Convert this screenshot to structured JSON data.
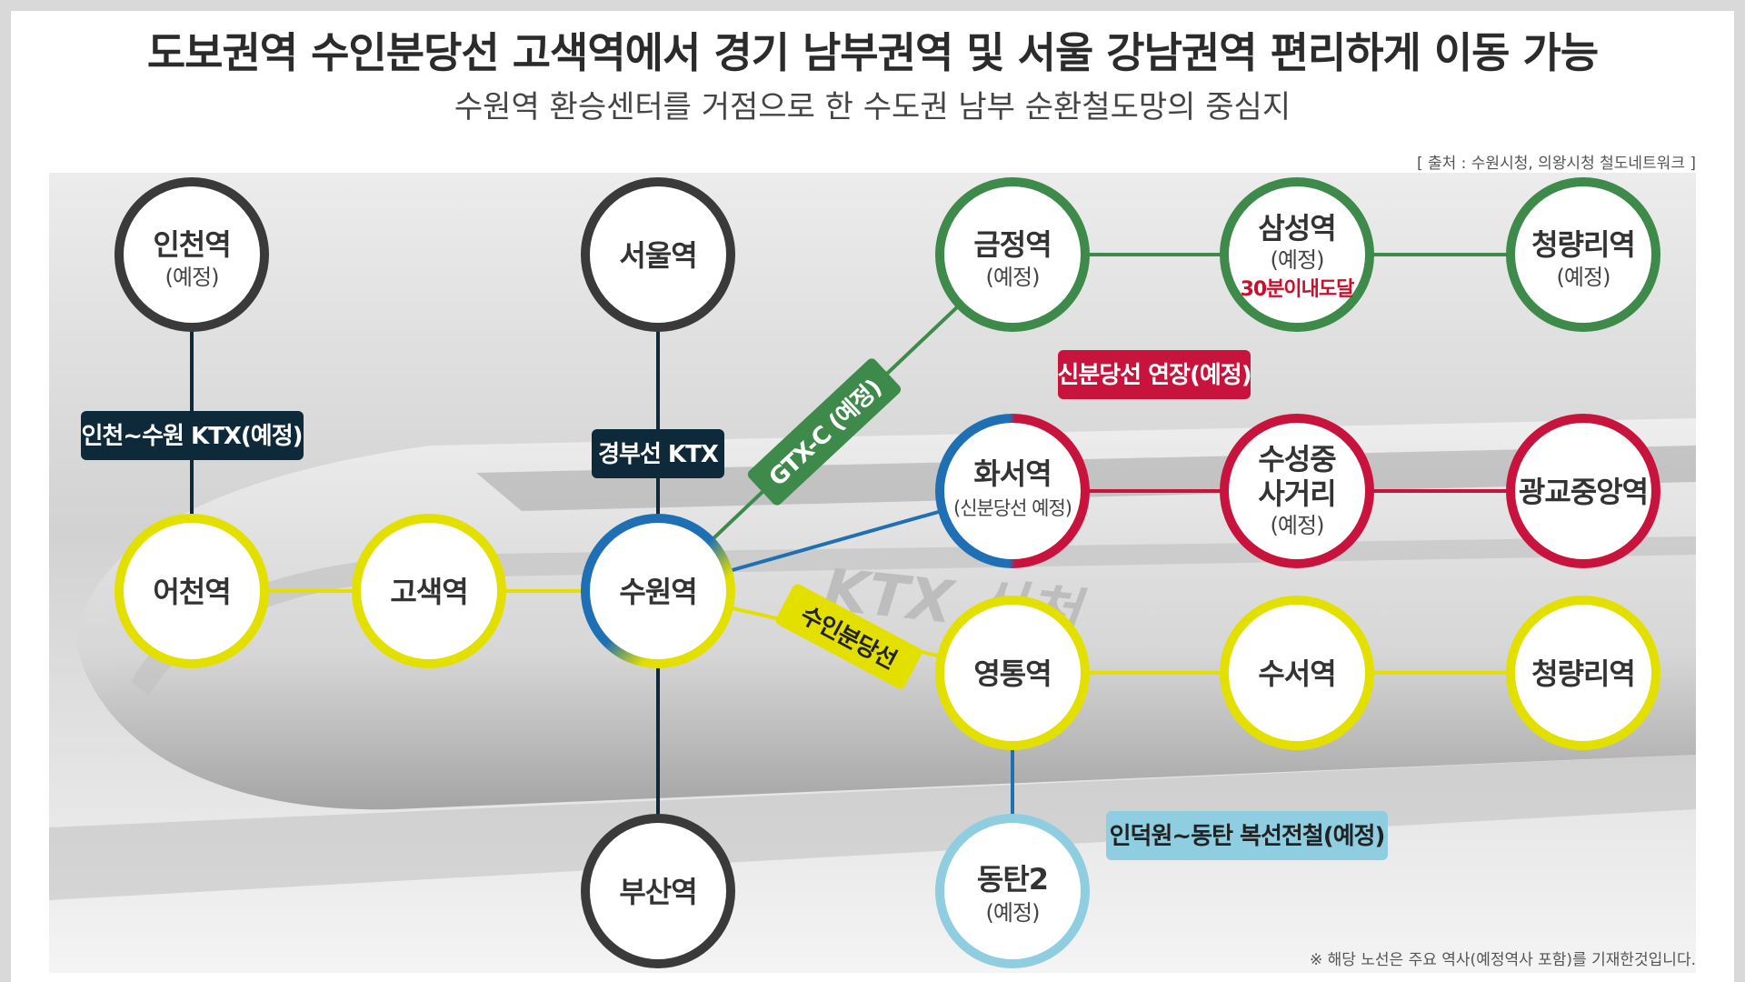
{
  "header": {
    "title": "도보권역 수인분당선 고색역에서 경기 남부권역 및 서울 강남권역 편리하게 이동 가능",
    "subtitle": "수원역 환승센터를 거점으로 한 수도권 남부 순환철도망의 중심지",
    "source": "[ 출처 : 수원시청, 의왕시청 철도네트워크 ]"
  },
  "background": {
    "ktx_text": "KTX 산천"
  },
  "colors": {
    "dark": "#3a3a3a",
    "navy": "#0e2a3a",
    "yellow": "#e3e000",
    "green": "#3e8a4a",
    "crimson": "#c8143c",
    "blue": "#1f6fb5",
    "lightblue": "#8fcde0"
  },
  "stations": {
    "incheon": {
      "name": "인천역",
      "sub": "(예정)"
    },
    "seoul": {
      "name": "서울역"
    },
    "geumjeong": {
      "name": "금정역",
      "sub": "(예정)"
    },
    "samseong": {
      "name": "삼성역",
      "sub": "(예정)",
      "note": "30분이내도달"
    },
    "cheongnyangni_g": {
      "name": "청량리역",
      "sub": "(예정)"
    },
    "eocheon": {
      "name": "어천역"
    },
    "gosaek": {
      "name": "고색역"
    },
    "suwon": {
      "name": "수원역"
    },
    "hwaseo": {
      "name": "화서역",
      "sub": "(신분당선 예정)"
    },
    "suseong_line1": "수성중",
    "suseong_line2": "사거리",
    "suseong_sub": "(예정)",
    "gwanggyo": {
      "name": "광교중앙역"
    },
    "yeongtong": {
      "name": "영통역"
    },
    "suseo": {
      "name": "수서역"
    },
    "cheongnyangni_y": {
      "name": "청량리역"
    },
    "busan": {
      "name": "부산역"
    },
    "dongtan": {
      "name": "동탄2",
      "sub": "(예정)"
    }
  },
  "line_labels": {
    "incheon_ktx": "인천~수원 KTX(예정)",
    "gyeongbu_ktx": "경부선 KTX",
    "gtx_c": "GTX-C (예정)",
    "sinbundang": "신분당선 연장(예정)",
    "suin_bundang": "수인분당선",
    "indeokwon": "인덕원~동탄 복선전철(예정)"
  },
  "footnote": "※ 해당 노선은 주요 역사(예정역사 포함)를 기재한것입니다."
}
